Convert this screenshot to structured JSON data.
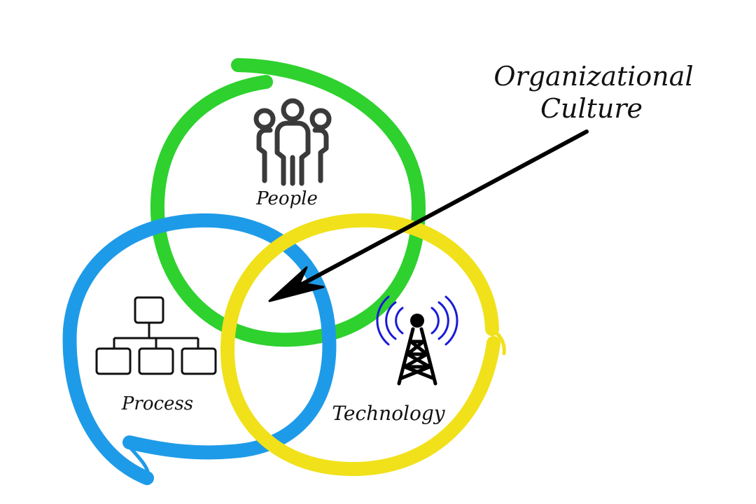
{
  "diagram": {
    "callout": {
      "line1": "Organizational",
      "line2": "Culture"
    },
    "circles": [
      {
        "id": "people",
        "label": "People",
        "icon": "people-group-icon",
        "color": "#2ed12e"
      },
      {
        "id": "process",
        "label": "Process",
        "icon": "org-chart-icon",
        "color": "#1e9be8"
      },
      {
        "id": "technology",
        "label": "Technology",
        "icon": "radio-tower-icon",
        "color": "#f0e11a"
      }
    ],
    "colors": {
      "arrow": "#000000",
      "signal_waves": "#1a1ad6",
      "icon_stroke": "#3a3a3a"
    }
  }
}
